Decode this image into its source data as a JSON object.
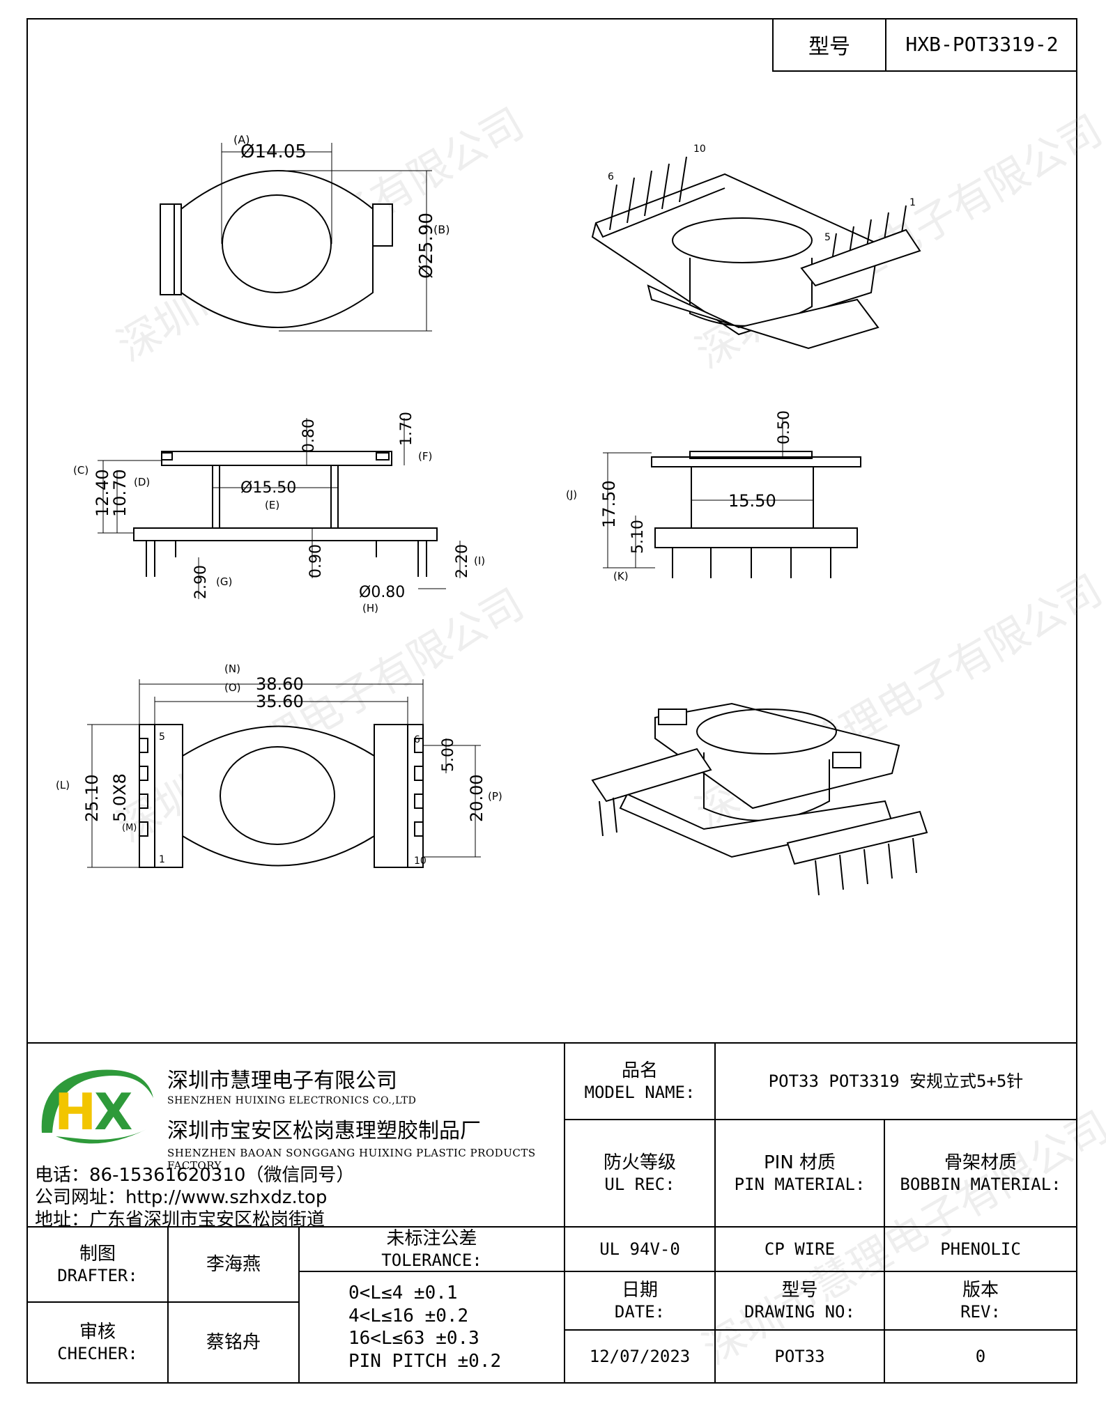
{
  "header": {
    "label": "型号",
    "model": "HXB-POT3319-2"
  },
  "watermark": "深圳市慧理电子有限公司",
  "dims": {
    "A": "(A)",
    "A_val": "Ø14.05",
    "B": "(B)",
    "B_val": "Ø25.90",
    "C": "(C)",
    "C_val": "12.40",
    "D": "(D)",
    "D_val": "10.70",
    "E": "(E)",
    "E_val": "Ø15.50",
    "F": "(F)",
    "F_val": "1.70",
    "G": "(G)",
    "G_val": "2.90",
    "H": "(H)",
    "H_val": "Ø0.80",
    "I": "(I)",
    "I_val": "2.20",
    "top_08": "0.80",
    "mid_09": "0.90",
    "J": "(J)",
    "J_val": "17.50",
    "K": "(K)",
    "K_val": "5.10",
    "r_050": "0.50",
    "r_1550": "15.50",
    "N": "(N)",
    "N_val": "38.60",
    "O": "(O)",
    "O_val": "35.60",
    "L": "(L)",
    "L_val": "25.10",
    "M": "(M)",
    "M_val": "5.0X8",
    "P": "(P)",
    "P_val": "20.00",
    "pitch": "5.00",
    "pins": {
      "p1": "1",
      "p5": "5",
      "p6": "6",
      "p10": "10"
    }
  },
  "company": {
    "cn1": "深圳市慧理电子有限公司",
    "en1": "SHENZHEN HUIXING ELECTRONICS CO.,LTD",
    "cn2": "深圳市宝安区松岗惠理塑胶制品厂",
    "en2": "SHENZHEN BAOAN SONGGANG HUIXING PLASTIC PRODUCTS FACTORY",
    "phone": "电话：86-15361620310（微信同号）",
    "web": "公司网址：http://www.szhxdz.top",
    "addr": "地址：广东省深圳市宝安区松岗街道",
    "logo_text": "HX",
    "colors": {
      "green": "#2e9a3a",
      "yellow": "#f2c500"
    }
  },
  "title_block": {
    "model_name_cn": "品名",
    "model_name_en": "MODEL NAME:",
    "model_name_val": "POT33 POT3319 安规立式5+5针",
    "ul_cn": "防火等级",
    "ul_en": "UL REC:",
    "pin_cn": "PIN 材质",
    "pin_en": "PIN MATERIAL:",
    "bobbin_cn": "骨架材质",
    "bobbin_en": "BOBBIN MATERIAL:",
    "drafter_cn": "制图",
    "drafter_en": "DRAFTER:",
    "drafter_val": "李海燕",
    "checker_cn": "审核",
    "checker_en": "CHECHER:",
    "checker_val": "蔡铭舟",
    "tol_cn": "未标注公差",
    "tol_en": "TOLERANCE:",
    "tol_lines": [
      "0<L≤4   ±0.1",
      "4<L≤16  ±0.2",
      "16<L≤63 ±0.3",
      "PIN PITCH ±0.2"
    ],
    "ul_val": "UL 94V-0",
    "pin_val": "CP WIRE",
    "bobbin_val": "PHENOLIC",
    "date_cn": "日期",
    "date_en": "DATE:",
    "date_val": "12/07/2023",
    "dwg_cn": "型号",
    "dwg_en": "DRAWING NO:",
    "dwg_val": "POT33",
    "rev_cn": "版本",
    "rev_en": "REV:",
    "rev_val": "0"
  }
}
